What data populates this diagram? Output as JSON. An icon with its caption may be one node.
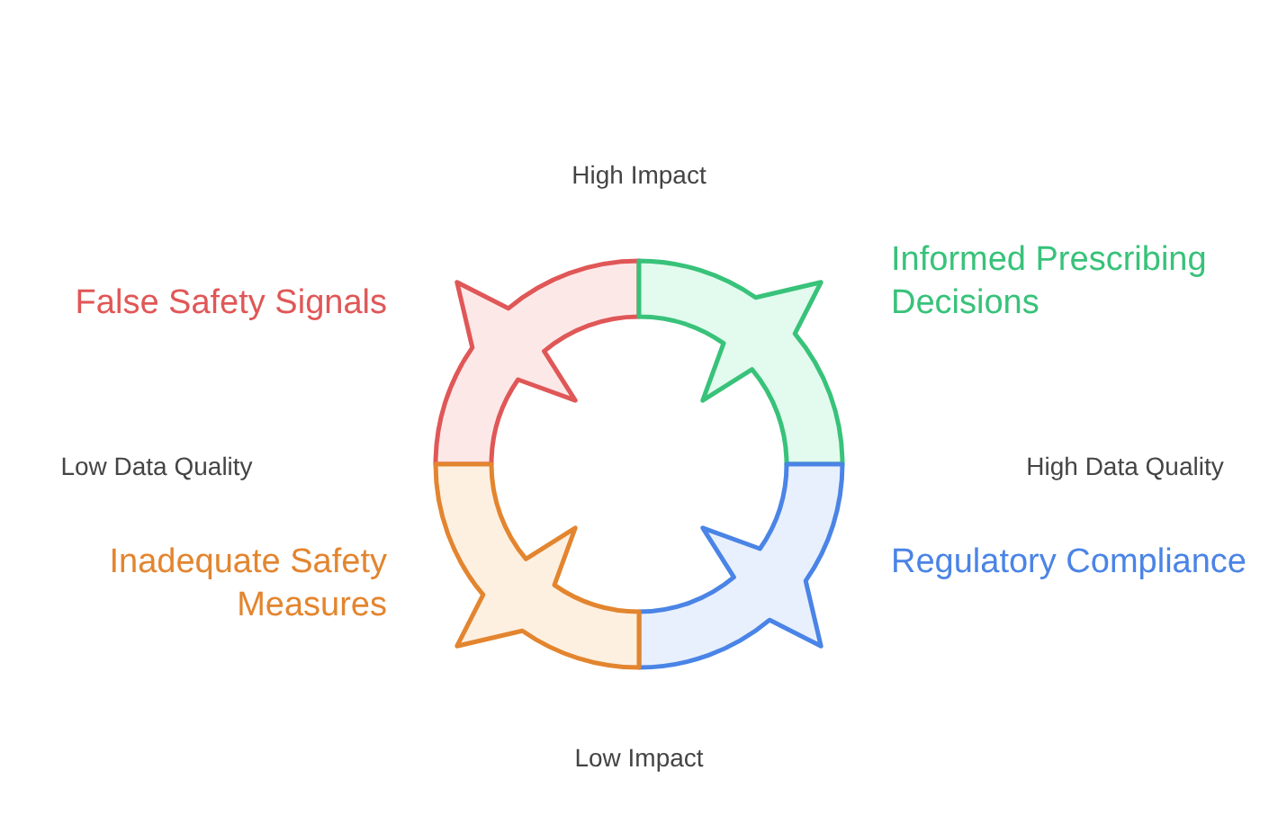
{
  "diagram": {
    "nodes": [
      {
        "text": [
          "False Safety Signals"
        ]
      },
      {
        "text": [
          "Informed Prescribing Decisions"
        ]
      },
      {
        "text": [
          "Regulatory Compliance"
        ]
      },
      {
        "text": [
          "Inadequate Safety Measures"
        ]
      }
    ],
    "labels": [
      "High Impact",
      "Low Data Quality",
      "High Data Quality",
      "Low Impact"
    ]
  }
}
